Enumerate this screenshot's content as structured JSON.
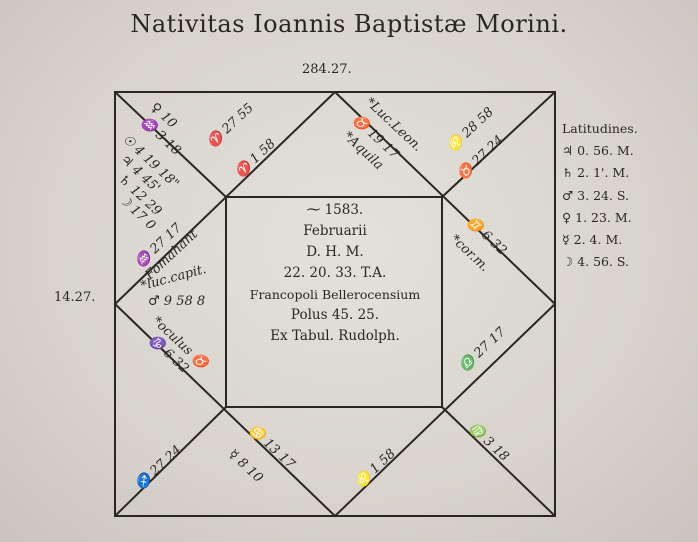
{
  "title": "Nativitas Ioannis Baptistæ Morini.",
  "top_cusp": "284.27.",
  "left_cusp": "14.27.",
  "latitudes": {
    "heading": "Latitudines.",
    "rows": [
      "♃ 0. 56. M.",
      "♄ 2. 1'. M.",
      "♂ 3. 24. S.",
      "♀ 1. 23. M.",
      "☿ 2. 4. M.",
      "☽ 4. 56. S."
    ]
  },
  "center": {
    "year": "1583.",
    "month": "Februarii",
    "dhm": "D. H. M.",
    "time": "22. 20. 33. T.A.",
    "place": "Francopoli Bellerocensium",
    "polus": "Polus 45. 25.",
    "source": "Ex Tabul. Rudolph."
  },
  "annotations": {
    "a1": "♀ 10",
    "a2": "♒ 3 18",
    "a3": "☉ 4 19 18\"",
    "a4": "♃ 4 45'",
    "a5": "♄ 12 29",
    "a6": "☽ 17 0",
    "a7": "♈ 27 55",
    "a8": "♈ 1 58",
    "a9": "*Luc.Leon.",
    "a10": "♉ 19 17",
    "a11": "*Aquila",
    "a12": "♌ 28 58",
    "a13": "♉ 27 24",
    "a14": "♊ 6 32",
    "a15": "*cor.m.",
    "a16": "♒ 27 17",
    "a17": "Fomahant",
    "a18": "♂ 9 58 8",
    "a19": "*luc.capit.",
    "a20": "*oculus ♉",
    "a21": "♑ 6 32",
    "a22": "♐ 27 24",
    "a23": "♋ 13 17",
    "a24": "☿ 8 10",
    "a25": "♌ 1 58",
    "a26": "♎ 27 17",
    "a27": "♍ 3 18"
  }
}
